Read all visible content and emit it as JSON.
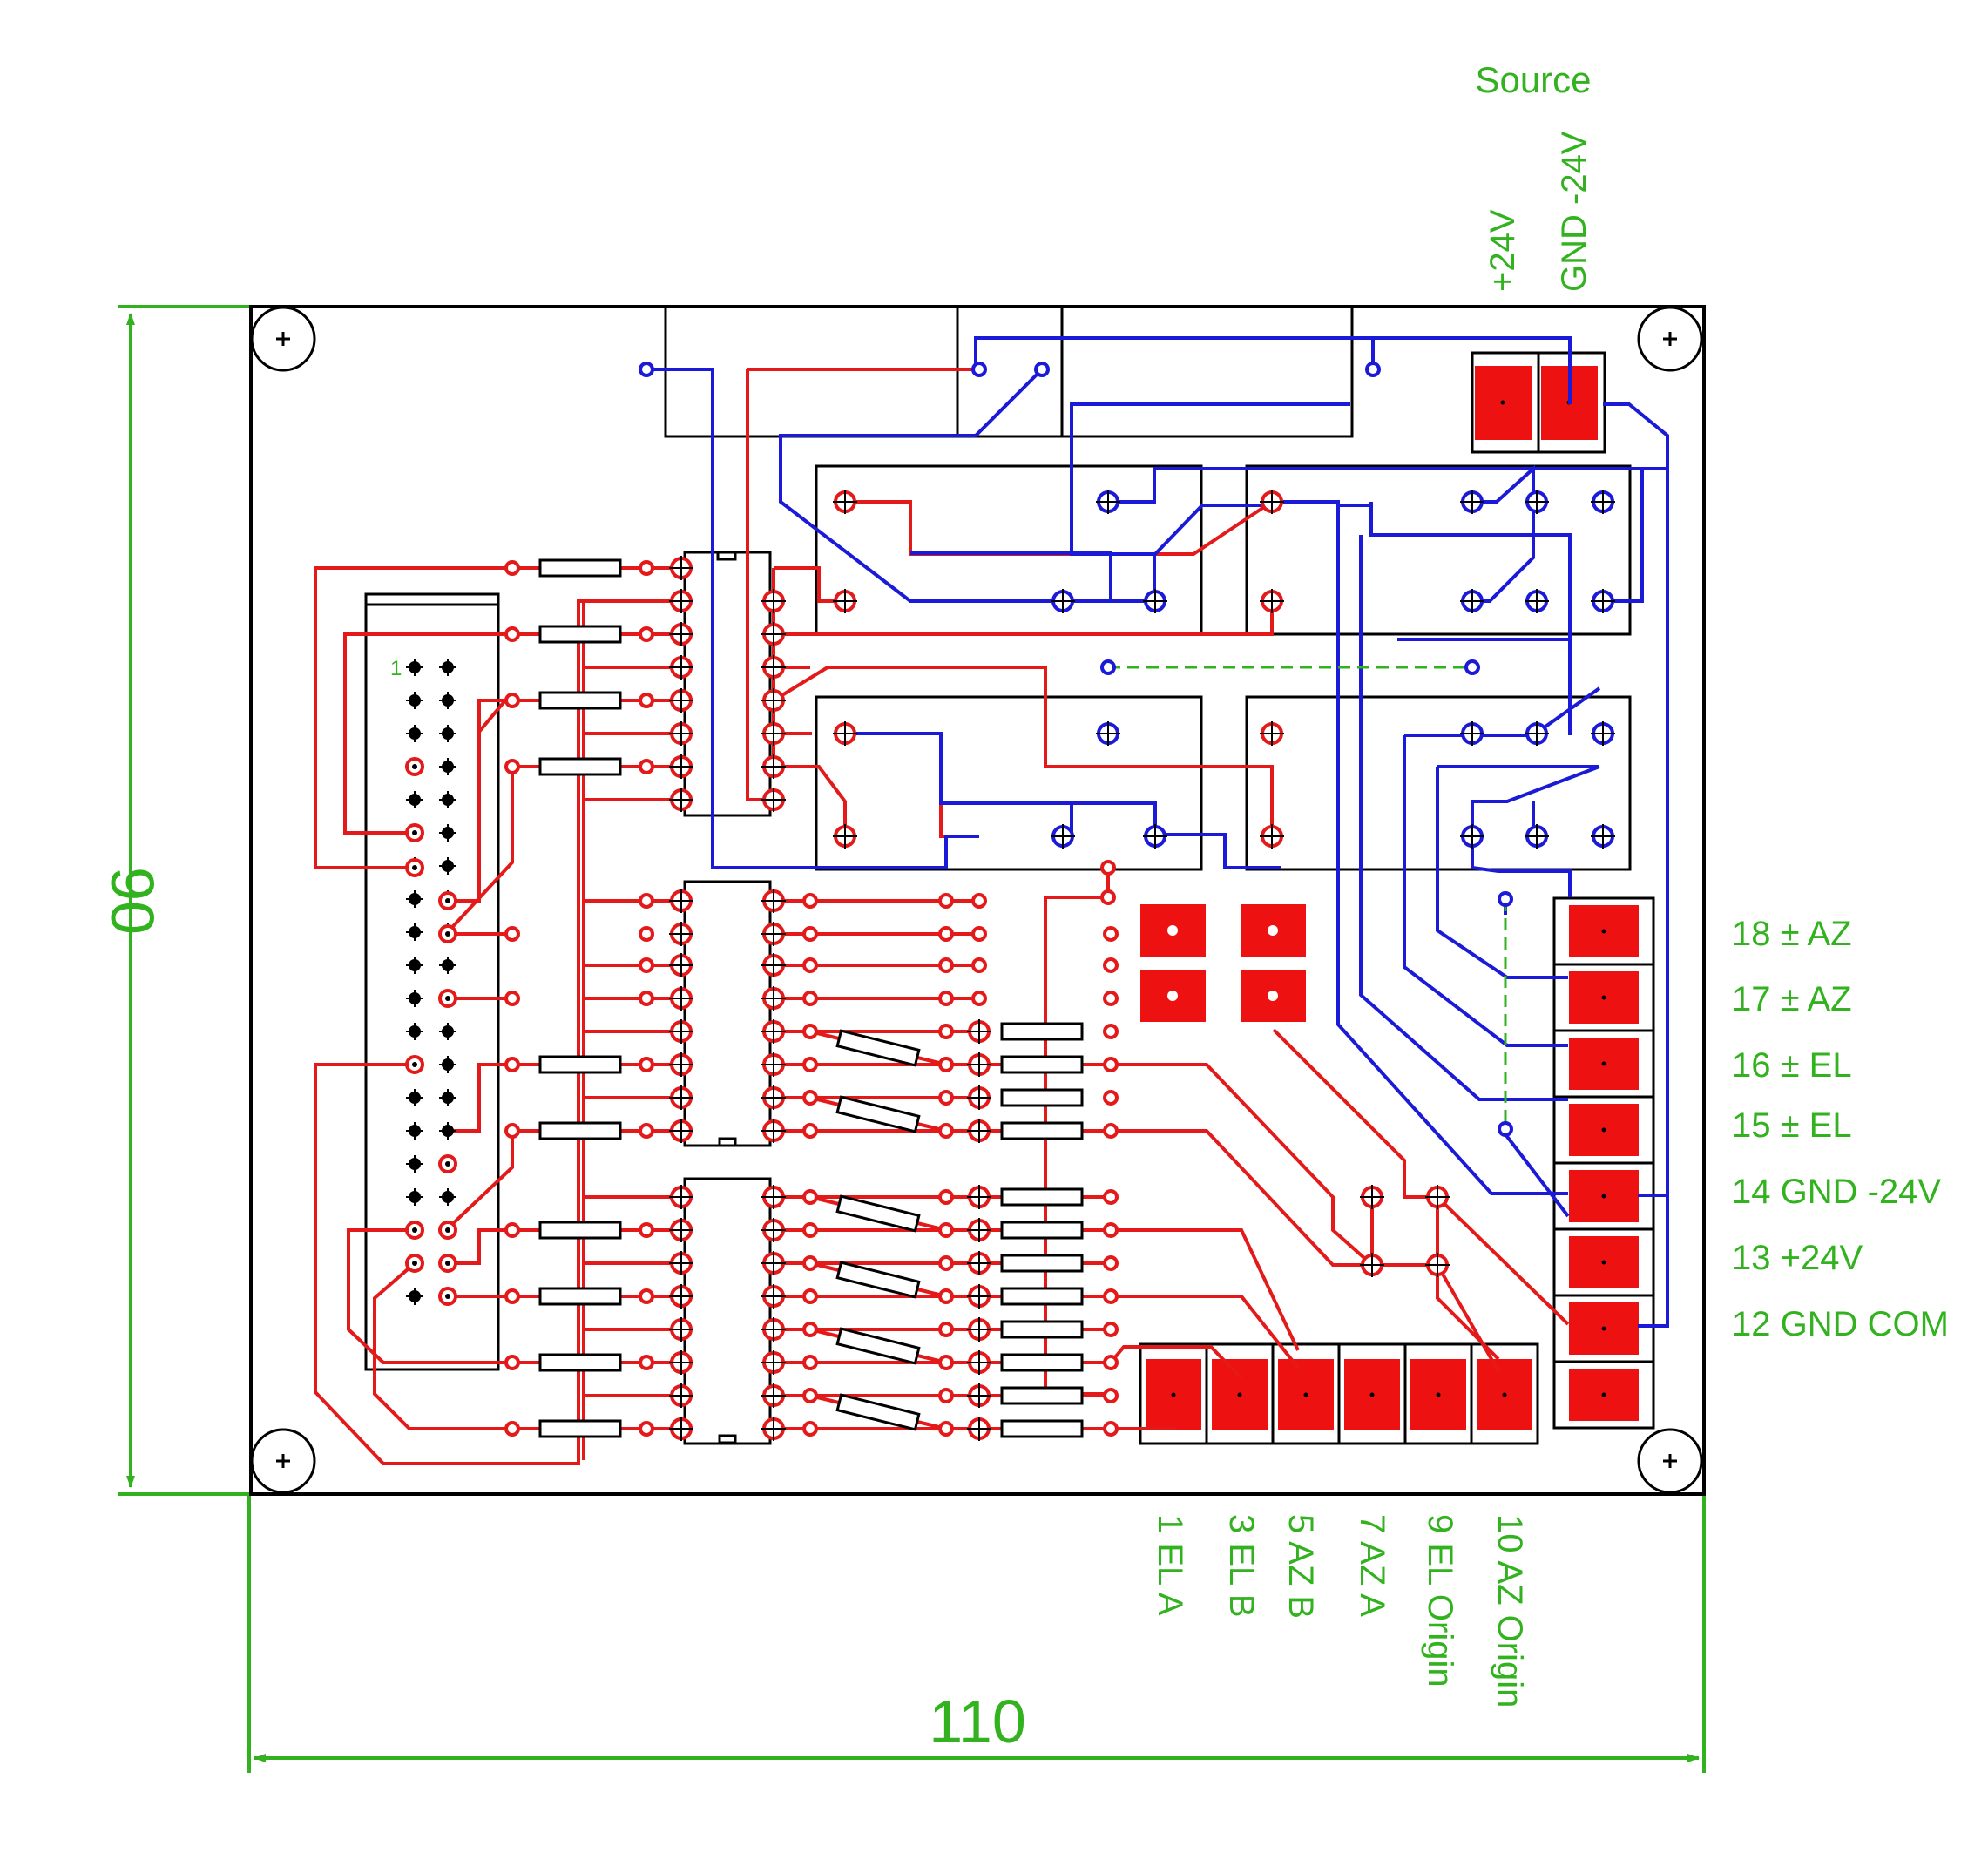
{
  "dimensions": {
    "width_label": "110",
    "height_label": "90"
  },
  "header_pin": "1",
  "source": {
    "title": "Source",
    "terminals": [
      "+24V",
      "GND -24V"
    ]
  },
  "right_terminals": [
    "18 ± AZ",
    "17 ± AZ",
    "16 ± EL",
    "15 ± EL",
    "14 GND -24V",
    "13 +24V",
    "12 GND COM"
  ],
  "bottom_terminals": [
    "1 EL A",
    "3 EL B",
    "5 AZ B",
    "7 AZ A",
    "9 EL Origin",
    "10 AZ Origin"
  ],
  "colors": {
    "label_green": "#33b21f",
    "trace_red": "#e41a1a",
    "trace_blue": "#1a1ad8",
    "outline": "#000000",
    "pad_red": "#ee1111"
  }
}
